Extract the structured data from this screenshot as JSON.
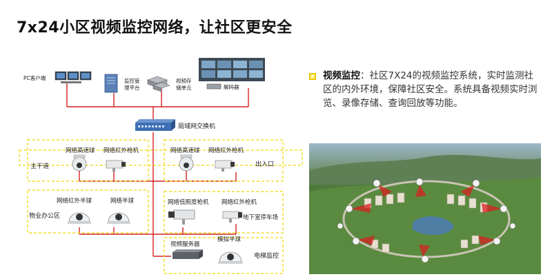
{
  "page": {
    "title": "7x24小区视频监控网络，让社区更安全"
  },
  "diagram": {
    "top_devices": {
      "pc_client": "PC客户端",
      "management_platform": [
        "监控管",
        "理平台"
      ],
      "video_storage": [
        "视频存",
        "储单元"
      ],
      "decoder": "解码器"
    },
    "switch": "局域网交换机",
    "zones": {
      "main_road": {
        "label": "主干道",
        "dome": "网络高速球",
        "bullet": "网络红外枪机"
      },
      "entrance": {
        "label": "出入口",
        "dome": "网络高速球",
        "bullet": "网络红外枪机"
      },
      "office": {
        "label": "物业办公区",
        "ir_dome": "网络红外半球",
        "dome": "网络半球"
      },
      "parking": {
        "label": "地下室停车场",
        "lowlight": "网络低照度枪机",
        "bullet": "网络红外枪机"
      },
      "elevator": {
        "label": "电梯监控",
        "server": "视频服务器",
        "analog_dome": "模拟半球"
      }
    },
    "colors": {
      "link": "#d42020",
      "zone_border": "#f2dd2a",
      "switch": "#3f6fb5"
    }
  },
  "info": {
    "heading": "视频监控",
    "text": "：社区7X24的视频监控系统，实时监测社区的内外环境，保障社区安全。系统具备视频实时浏览、录像存储、查询回放等功能。",
    "bullet_color": "#f0c400"
  },
  "aerial_photo": {
    "description_icon": "aerial-community-photo"
  }
}
